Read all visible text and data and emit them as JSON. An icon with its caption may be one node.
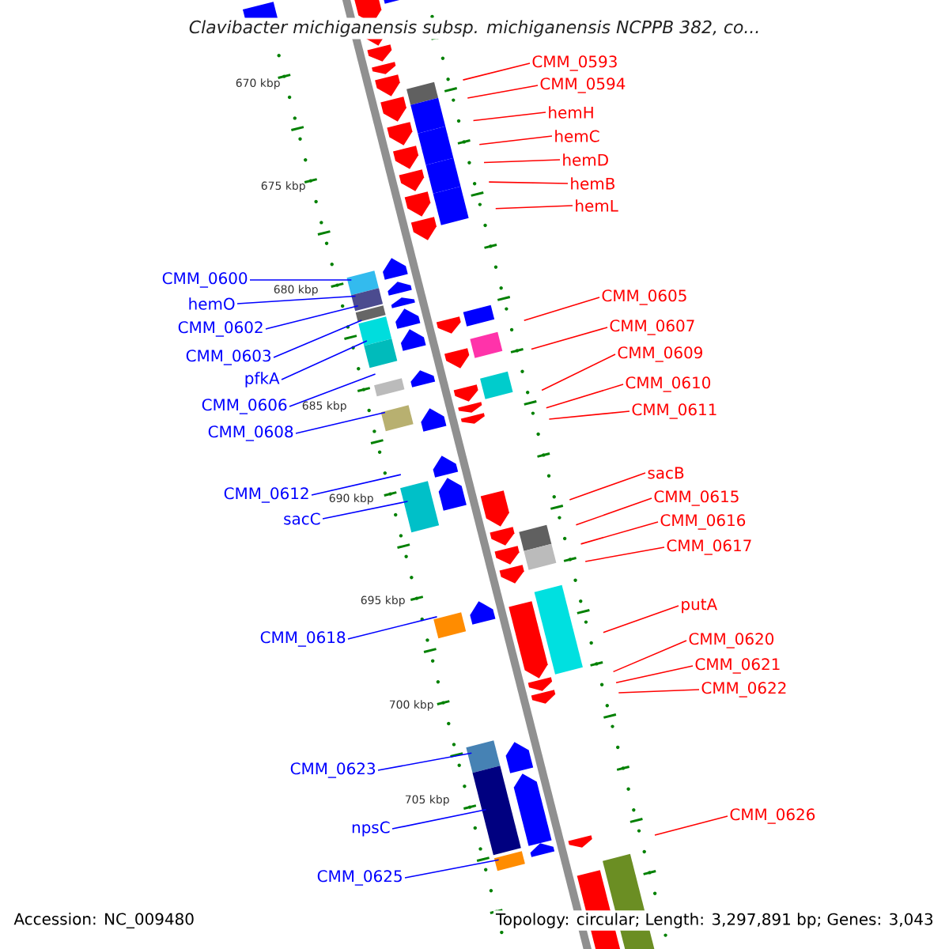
{
  "diagram": {
    "title": "Clavibacter michiganensis subsp. michiganensis NCPPB 382, co...",
    "nodes": [
      {
        "text": [
          "CMM_0593"
        ]
      },
      {
        "text": [
          "CMM_0594"
        ]
      },
      {
        "text": [
          "hemH"
        ]
      },
      {
        "text": [
          "hemC"
        ]
      },
      {
        "text": [
          "hemD"
        ]
      },
      {
        "text": [
          "hemB"
        ]
      },
      {
        "text": [
          "hemL"
        ]
      },
      {
        "text": [
          "CMM_0600"
        ]
      },
      {
        "text": [
          "hemO"
        ]
      },
      {
        "text": [
          "CMM_0602"
        ]
      },
      {
        "text": [
          "CMM_0603"
        ]
      },
      {
        "text": [
          "pfkA"
        ]
      },
      {
        "text": [
          "CMM_0605"
        ]
      },
      {
        "text": [
          "CMM_0606"
        ]
      },
      {
        "text": [
          "CMM_0607"
        ]
      },
      {
        "text": [
          "CMM_0608"
        ]
      },
      {
        "text": [
          "CMM_0609"
        ]
      },
      {
        "text": [
          "CMM_0610"
        ]
      },
      {
        "text": [
          "CMM_0611"
        ]
      },
      {
        "text": [
          "sacB"
        ]
      },
      {
        "text": [
          "CMM_0612"
        ]
      },
      {
        "text": [
          "CMM_0615"
        ]
      },
      {
        "text": [
          "sacC"
        ]
      },
      {
        "text": [
          "CMM_0616"
        ]
      },
      {
        "text": [
          "CMM_0617"
        ]
      },
      {
        "text": [
          "putA"
        ]
      },
      {
        "text": [
          "CMM_0618"
        ]
      },
      {
        "text": [
          "CMM_0620"
        ]
      },
      {
        "text": [
          "CMM_0621"
        ]
      },
      {
        "text": [
          "CMM_0622"
        ]
      },
      {
        "text": [
          "CMM_0623"
        ]
      },
      {
        "text": [
          "npsC"
        ]
      },
      {
        "text": [
          "CMM_0626"
        ]
      },
      {
        "text": [
          "CMM_0625"
        ]
      }
    ],
    "edges": [
      {
        "from": 0,
        "to": null,
        "arrow": "none"
      },
      {
        "from": 1,
        "to": null,
        "arrow": "none"
      },
      {
        "from": 2,
        "to": null,
        "arrow": "none"
      },
      {
        "from": 3,
        "to": null,
        "arrow": "none"
      },
      {
        "from": 4,
        "to": null,
        "arrow": "none"
      },
      {
        "from": 5,
        "to": null,
        "arrow": "none"
      },
      {
        "from": 6,
        "to": null,
        "arrow": "none"
      },
      {
        "from": 7,
        "to": null,
        "arrow": "none",
        "color": "#0000ff"
      },
      {
        "from": 8,
        "to": null,
        "arrow": "none",
        "color": "#0000ff"
      },
      {
        "from": 9,
        "to": null,
        "arrow": "none",
        "color": "#0000ff"
      },
      {
        "from": 10,
        "to": null,
        "arrow": "none",
        "color": "#0000ff"
      },
      {
        "from": 11,
        "to": null,
        "arrow": "none",
        "color": "#0000ff"
      },
      {
        "from": 12,
        "to": null,
        "arrow": "none"
      },
      {
        "from": 13,
        "to": null,
        "arrow": "none",
        "color": "#0000ff"
      },
      {
        "from": 14,
        "to": null,
        "arrow": "none"
      },
      {
        "from": 15,
        "to": null,
        "arrow": "none",
        "color": "#0000ff"
      },
      {
        "from": 16,
        "to": null,
        "arrow": "none"
      },
      {
        "from": 17,
        "to": null,
        "arrow": "none"
      },
      {
        "from": 18,
        "to": null,
        "arrow": "none"
      },
      {
        "from": 19,
        "to": null,
        "arrow": "none"
      },
      {
        "from": 20,
        "to": null,
        "arrow": "none",
        "color": "#0000ff"
      },
      {
        "from": 21,
        "to": null,
        "arrow": "none"
      },
      {
        "from": 22,
        "to": null,
        "arrow": "none",
        "color": "#0000ff"
      },
      {
        "from": 23,
        "to": null,
        "arrow": "none"
      },
      {
        "from": 24,
        "to": null,
        "arrow": "none"
      },
      {
        "from": 25,
        "to": null,
        "arrow": "none"
      },
      {
        "from": 26,
        "to": null,
        "arrow": "none",
        "color": "#0000ff"
      },
      {
        "from": 27,
        "to": null,
        "arrow": "none"
      },
      {
        "from": 28,
        "to": null,
        "arrow": "none"
      },
      {
        "from": 29,
        "to": null,
        "arrow": "none"
      },
      {
        "from": 30,
        "to": null,
        "arrow": "none",
        "color": "#0000ff"
      },
      {
        "from": 31,
        "to": null,
        "arrow": "none",
        "color": "#0000ff"
      },
      {
        "from": 32,
        "to": null,
        "arrow": "none"
      },
      {
        "from": 33,
        "to": null,
        "arrow": "none",
        "color": "#0000ff"
      }
    ],
    "labels": [
      "670 kbp",
      "675 kbp",
      "680 kbp",
      "685 kbp",
      "690 kbp",
      "695 kbp",
      "700 kbp",
      "705 kbp",
      "Accession: NC_009480",
      "Topology: circular; Length: 3,297,891 bp; Genes: 3,043"
    ]
  }
}
